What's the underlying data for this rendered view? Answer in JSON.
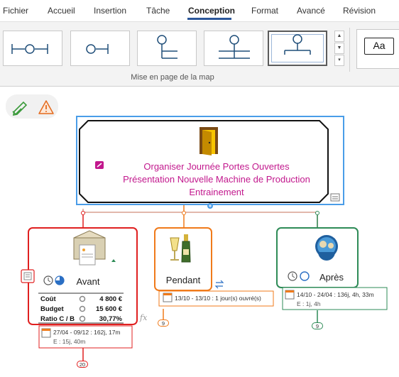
{
  "ribbon": {
    "tabs": [
      {
        "label": "Fichier"
      },
      {
        "label": "Accueil"
      },
      {
        "label": "Insertion"
      },
      {
        "label": "Tâche"
      },
      {
        "label": "Conception"
      },
      {
        "label": "Format"
      },
      {
        "label": "Avancé"
      },
      {
        "label": "Révision"
      }
    ],
    "active_tab": "Conception",
    "group_label": "Mise en page de la map",
    "style_preview": "Aa"
  },
  "map": {
    "central": {
      "lines": [
        "Organiser Journée Portes Ouvertes",
        "Présentation Nouvelle Machine de Production",
        "Entrainement"
      ],
      "color": "#c2188d"
    },
    "nodes": [
      {
        "label": "Avant",
        "color": "#e02020",
        "table": [
          {
            "key": "Coût",
            "value": "4 800 €"
          },
          {
            "key": "Budget",
            "value": "15 600 €"
          },
          {
            "key": "Ratio C / B",
            "value": "30,77%"
          }
        ],
        "dates": "27/04 - 09/12 : 162j, 17m",
        "effort": "E : 15j, 40m",
        "count": "20",
        "calendar_day": "24"
      },
      {
        "label": "Pendant",
        "color": "#f07a1a",
        "dates": "13/10 - 13/10 : 1 jour(s) ouvré(s)",
        "count": "9",
        "calendar_day": "24"
      },
      {
        "label": "Après",
        "color": "#2e8b57",
        "dates": "14/10 - 24/04 : 136j, 4h, 33m",
        "effort": "E : 1j, 4h",
        "count": "9",
        "calendar_day": "24"
      }
    ],
    "formula_symbol": "fx"
  },
  "colors": {
    "accent": "#2b579a",
    "selection": "#4a9de8",
    "magenta": "#c2188d",
    "red": "#e02020",
    "orange": "#f07a1a",
    "green": "#2e8b57"
  }
}
